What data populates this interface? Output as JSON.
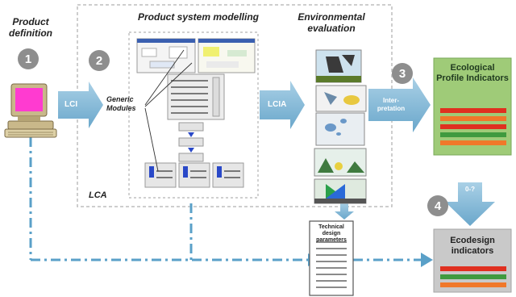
{
  "labels": {
    "product_definition": "Product definition",
    "product_system_modelling": "Product system modelling",
    "environmental_evaluation": "Environmental evaluation",
    "generic_modules": "Generic Modules",
    "lca": "LCA",
    "lci": "LCI",
    "lcia": "LCIA",
    "interpretation": "Inter-pretation",
    "ecological_profile_indicators": "Ecological Profile Indicators",
    "ecodesign_indicators": "Ecodesign indicators",
    "technical_design_parameters": "Technical design parameters",
    "step_down_arrow": "0-?"
  },
  "steps": [
    "1",
    "2",
    "3",
    "4"
  ],
  "colors": {
    "arrow_blue": "#79b3d3",
    "green_box": "#9fcb78",
    "grey_box": "#c9c9c9",
    "bar_red": "#e03020",
    "bar_orange": "#f0782a",
    "bar_green": "#3f9a3f",
    "step_circle": "#8e8e8e"
  },
  "icons": [
    "computer-icon"
  ]
}
